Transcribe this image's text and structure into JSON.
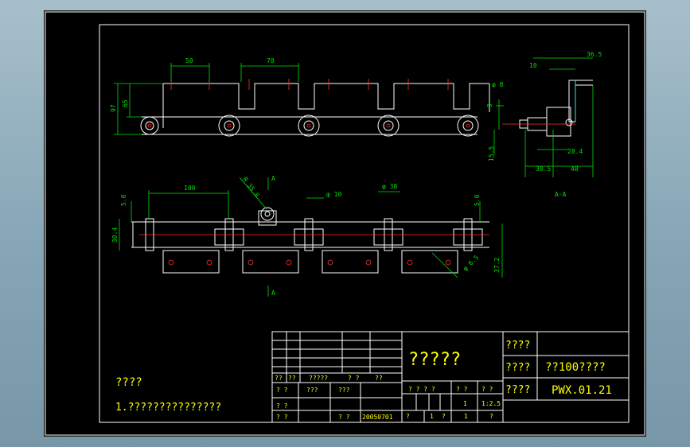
{
  "dimensions": {
    "top_pitch_50": "50",
    "top_pitch_70": "70",
    "height_97": "97",
    "height_65": "65",
    "side_36_5": "36.5",
    "side_10": "10",
    "side_phi8": "φ 8",
    "side_9": "9",
    "side_15_5": "15.5",
    "side_28_4": "28.4",
    "side_30_5": "30.5",
    "side_48": "48",
    "section_label": "A-A",
    "plan_100": "100",
    "plan_r35": "R 35.8",
    "plan_phi10": "φ 10",
    "plan_phi38": "φ 38",
    "plan_5_0_left": "5.0",
    "plan_5_0_right": "5.0",
    "plan_30_4": "30.4",
    "plan_37_2": "37.2",
    "plan_phi6_5": "φ 6.5",
    "section_A_top": "A",
    "section_A_bottom": "A"
  },
  "notes": {
    "heading": "????",
    "line1": "1.???????????????"
  },
  "title_block": {
    "drawing_title": "?????",
    "label_a": "????",
    "label_b": "????",
    "label_c": "????",
    "part_name": "??100????",
    "drawing_number": "PWX.01.21",
    "row_a": [
      "??",
      "??",
      "?????",
      "? ?",
      "??"
    ],
    "row_b": [
      "? ?",
      "???",
      "???"
    ],
    "row_c": [
      "? ?"
    ],
    "row_d": [
      "? ?",
      "? ?",
      "20050701"
    ],
    "weight_headers": [
      "? ? ? ?",
      "? ?",
      "? ?"
    ],
    "count": "1",
    "scale": "1:2.5",
    "sheet_row": [
      "?",
      "1",
      "?",
      "1",
      "?"
    ]
  }
}
